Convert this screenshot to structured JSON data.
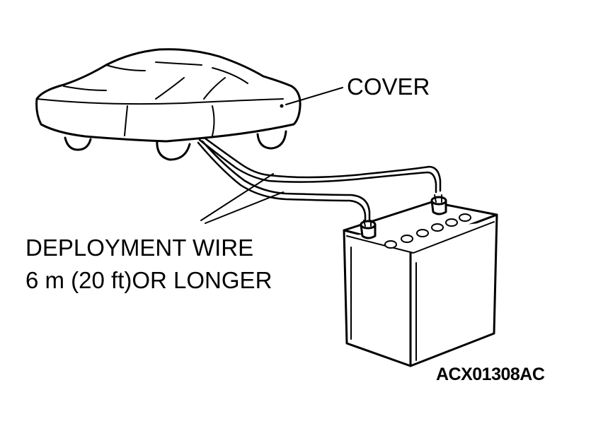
{
  "labels": {
    "cover": "COVER",
    "wire_line1": "DEPLOYMENT WIRE",
    "wire_line2": "6 m (20 ft)OR LONGER",
    "figure_code": "ACX01308AC"
  },
  "colors": {
    "line": "#000000",
    "background": "#ffffff"
  }
}
